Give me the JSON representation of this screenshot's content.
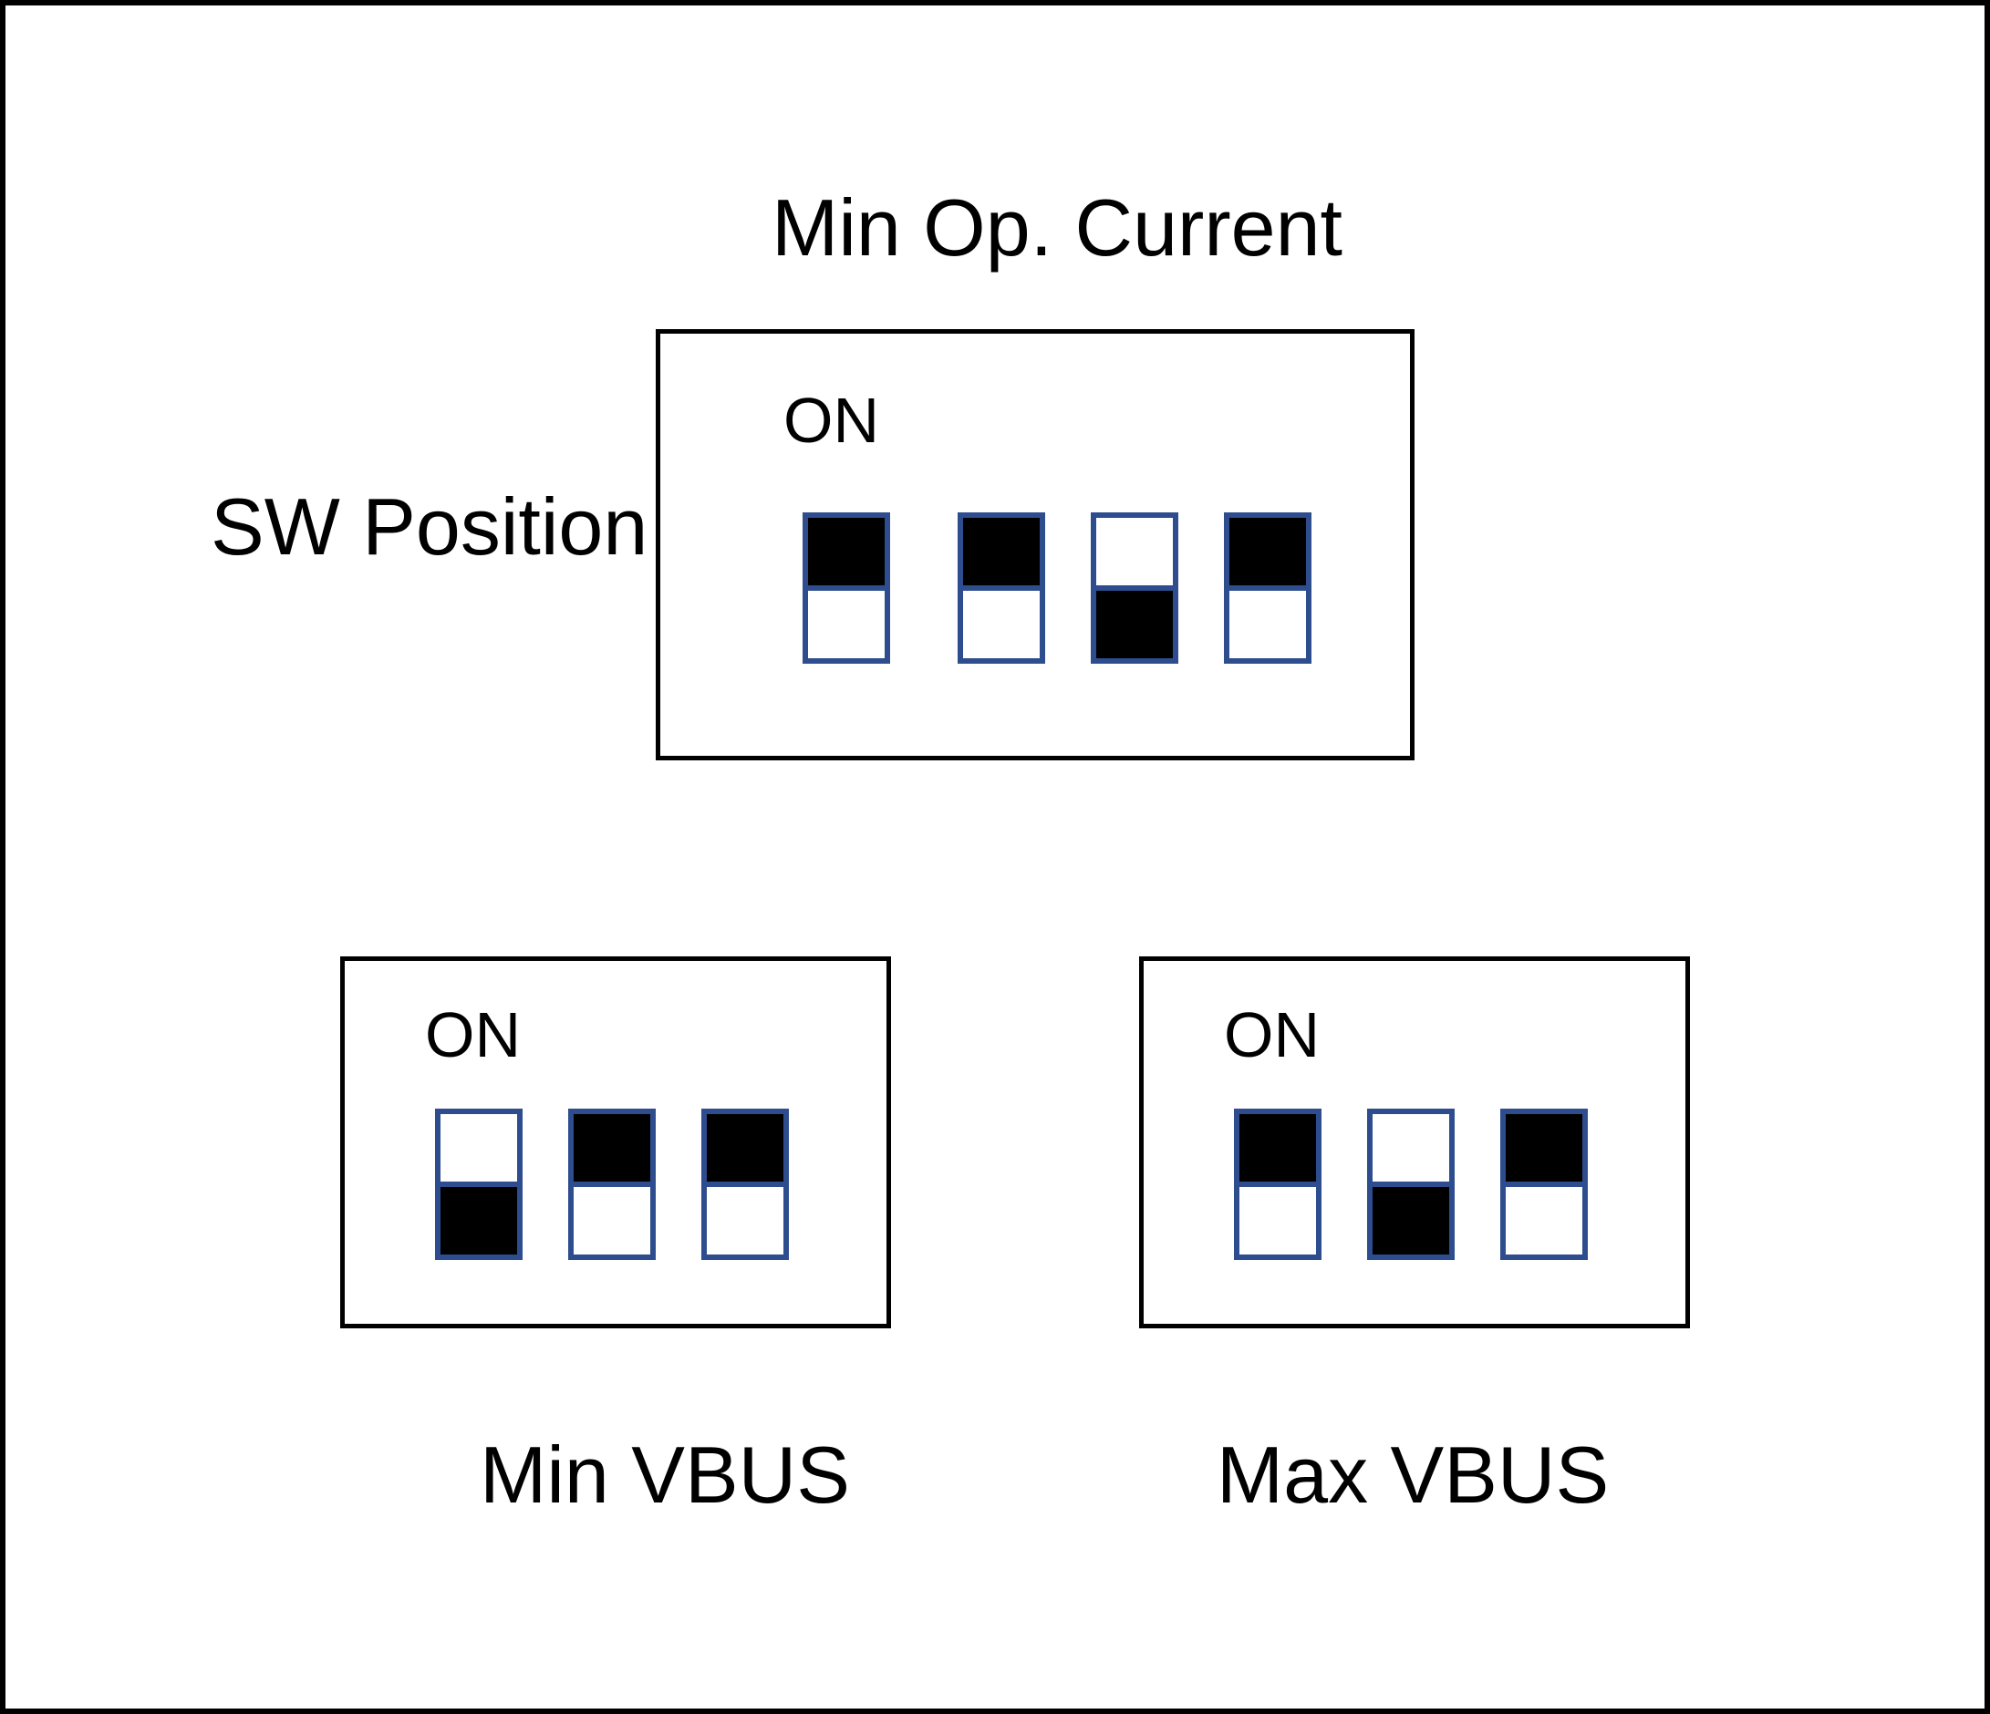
{
  "labels": {
    "sw_position": "SW Position"
  },
  "colors": {
    "switch_border": "#2d4d8e",
    "switch_fill_on": "#000000",
    "switch_fill_off": "#ffffff",
    "ink": "#000000",
    "paper": "#ffffff"
  },
  "panels": [
    {
      "name": "min-op-current",
      "caption": "Min Op. Current",
      "caption_position": "top",
      "on_label": "ON",
      "switch_count": 4,
      "switches": [
        "on",
        "on",
        "off",
        "on"
      ]
    },
    {
      "name": "min-vbus",
      "caption": "Min VBUS",
      "caption_position": "bottom",
      "on_label": "ON",
      "switch_count": 3,
      "switches": [
        "off",
        "on",
        "on"
      ]
    },
    {
      "name": "max-vbus",
      "caption": "Max VBUS",
      "caption_position": "bottom",
      "on_label": "ON",
      "switch_count": 3,
      "switches": [
        "on",
        "off",
        "on"
      ]
    }
  ]
}
